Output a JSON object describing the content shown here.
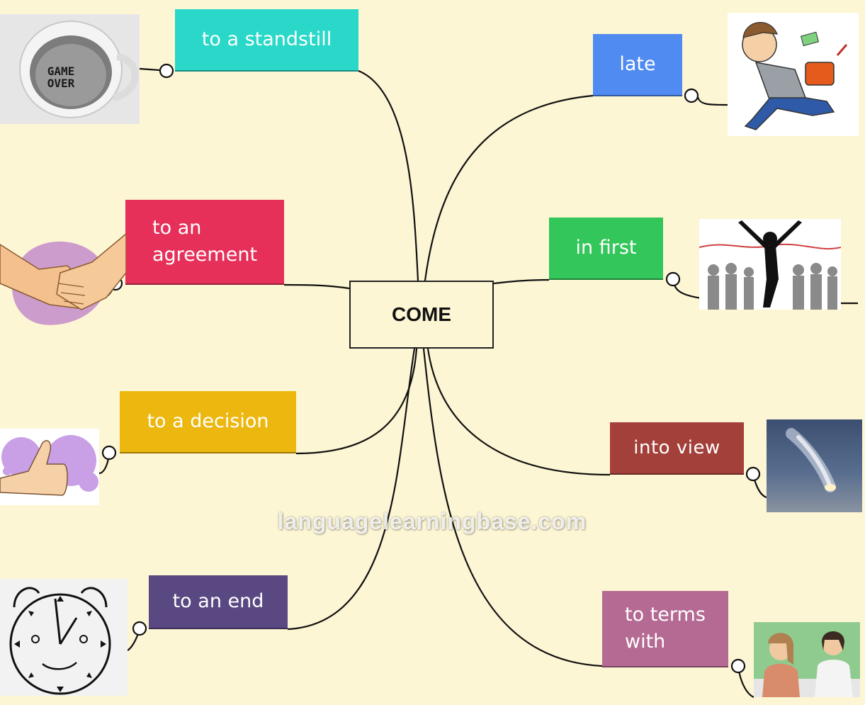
{
  "center": {
    "label": "COME"
  },
  "branches": {
    "standstill": {
      "label": "to a standstill",
      "color": "#29d8c8"
    },
    "agreement": {
      "label": "to an\nagreement",
      "color": "#e6305a"
    },
    "decision": {
      "label": "to a decision",
      "color": "#ecb70f"
    },
    "end": {
      "label": "to an end",
      "color": "#5a4882"
    },
    "late": {
      "label": "late",
      "color": "#4f8bf0"
    },
    "first": {
      "label": "in first",
      "color": "#33c65a"
    },
    "view": {
      "label": "into view",
      "color": "#a3403a"
    },
    "terms": {
      "label": "to terms\nwith",
      "color": "#b56a93"
    }
  },
  "pictures": {
    "standstill": {
      "icon": "game-over-mug-photo",
      "text": "GAME\nOVER"
    },
    "agreement": {
      "icon": "handshake-illustration"
    },
    "decision": {
      "icon": "thumbs-up-illustration"
    },
    "end": {
      "icon": "clock-drawing"
    },
    "late": {
      "icon": "running-late-boy-illustration"
    },
    "first": {
      "icon": "race-winner-silhouette"
    },
    "view": {
      "icon": "comet-photo"
    },
    "terms": {
      "icon": "two-women-talking-illustration"
    }
  },
  "watermark": "languagelearningbase.com"
}
